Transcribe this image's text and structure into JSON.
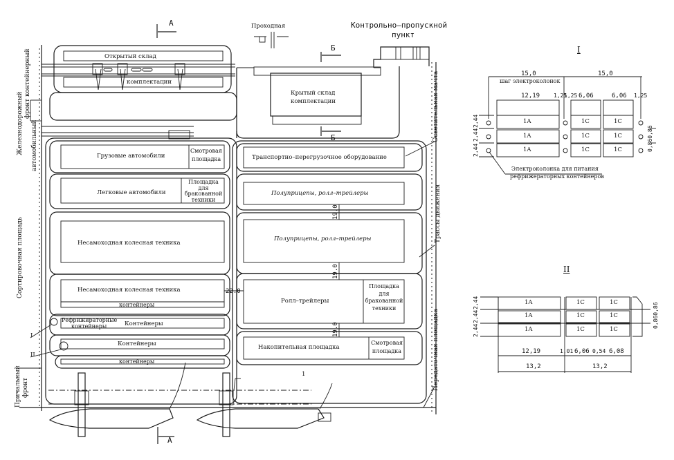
{
  "title": "Port terminal layout plan",
  "section_markers": {
    "a_top": "А",
    "a_bottom": "А",
    "b_top": "Б",
    "b_bottom": "Б",
    "callout_1": "1"
  },
  "top_labels": {
    "checkpoint_walk": "Проходная",
    "checkpoint_vehicle_line1": "Контрольно–пропускной",
    "checkpoint_vehicle_line2": "пункт"
  },
  "left_fronts": {
    "container_rail": "контейнерный",
    "rail_front_line1": "Железнодорожный",
    "rail_front_line2": "фронт",
    "auto_front": "автомобильный",
    "sorting_area": "Сортировочная площадь",
    "berth_front_line1": "Причальный",
    "berth_front_line2": "фронт"
  },
  "right_labels": {
    "light_mast": "Осветительная мачта",
    "traffic_routes": "Трассы движения",
    "transfer_area": "Передаточная площадка"
  },
  "zones": {
    "open_storage_top": "Открытый склад",
    "open_storage_bottom": "комплектации",
    "covered_storage_line1": "Крытый склад",
    "covered_storage_line2": "комплектации",
    "trucks": "Грузовые автомобили",
    "inspection_1_line1": "Смотровая",
    "inspection_1_line2": "площадка",
    "cars": "Легковые автомобили",
    "reject_1_line1": "Площадка",
    "reject_1_line2": "для",
    "reject_1_line3": "бракованной",
    "reject_1_line4": "техники",
    "non_self_1": "Несамоходная колесная техника",
    "non_self_2": "Несамоходная колесная техника",
    "containers_thin_1": "контейнеры",
    "reefer_line1": "Рефрижираторные",
    "reefer_line2": "контейнеры",
    "containers_1": "Контейнеры",
    "containers_2": "Контейнеры",
    "containers_thin_2": "контейнеры",
    "handling_equipment": "Транспортно–перегрузочное оборудование",
    "semi_trailers_1": "Полуприцепы, ролл–трейлеры",
    "semi_trailers_2": "Полуприцепы, ролл–трейлеры",
    "roll_trailers": "Ролл–трейлеры",
    "reject_2_line1": "Площадка",
    "reject_2_line2": "для",
    "reject_2_line3": "бракованной",
    "reject_2_line4": "техники",
    "accumulation": "Накопительная площадка",
    "inspection_2_line1": "Смотровая",
    "inspection_2_line2": "площадка"
  },
  "main_dimensions": {
    "gap_1": "19.0",
    "gap_2": "19.0",
    "gap_3": "19.0",
    "road_width": "22.0"
  },
  "detail_I": {
    "title": "I",
    "span_1": "15,0",
    "span_2": "15,0",
    "span_caption": "шаг электроколонок",
    "w_1a": "12,19",
    "gap_a": "1,25",
    "gap_b": "1,25",
    "w_1c_1": "6,06",
    "w_1c_2": "6,06",
    "gap_c": "1,25",
    "row_heights": [
      "2,44",
      "2,44",
      "2,44"
    ],
    "row_gaps": "0,860,86",
    "rows": [
      [
        "1A",
        "1C",
        "1C"
      ],
      [
        "1A",
        "1C",
        "1C"
      ],
      [
        "1A",
        "1C",
        "1C"
      ]
    ],
    "note_line1": "Электроколонка для питания",
    "note_line2": "рефрижераторных контейнеров"
  },
  "detail_II": {
    "title": "II",
    "row_heights": [
      "2,44",
      "2,44",
      "2,44"
    ],
    "row_gaps": "0,860,86",
    "rows": [
      [
        "1A",
        "1C",
        "1C"
      ],
      [
        "1A",
        "1C",
        "1C"
      ],
      [
        "1A",
        "1C",
        "1C"
      ]
    ],
    "w_1a": "12,19",
    "gap_a": "1,01",
    "w_1c_1": "6,06",
    "gap_b": "0,54",
    "w_1c_2": "6,08",
    "total_1": "13,2",
    "total_2": "13,2"
  },
  "callouts": {
    "detail_I": "I",
    "detail_II": "II"
  }
}
